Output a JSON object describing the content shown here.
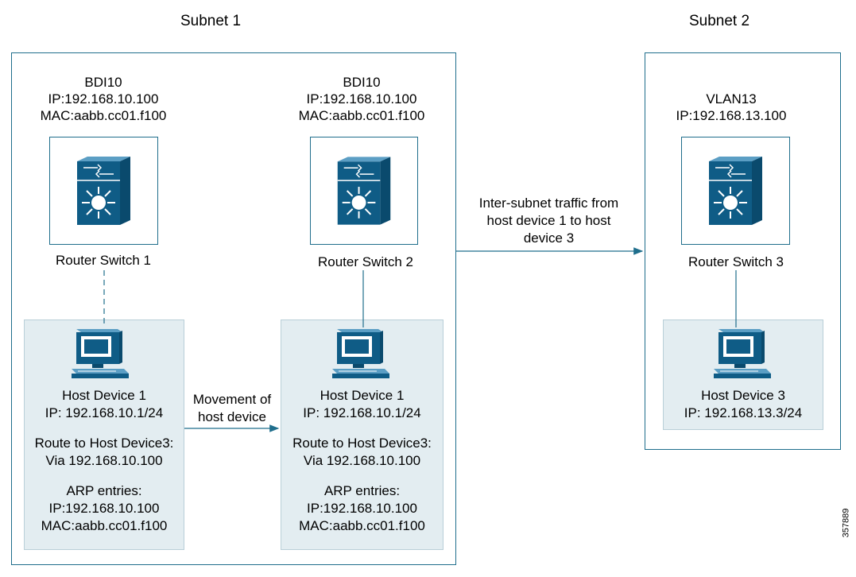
{
  "subnets": [
    {
      "title": "Subnet 1"
    },
    {
      "title": "Subnet 2"
    }
  ],
  "switches": [
    {
      "info": [
        "BDI10",
        "IP:192.168.10.100",
        "MAC:aabb.cc01.f100"
      ],
      "name": "Router Switch 1"
    },
    {
      "info": [
        "BDI10",
        "IP:192.168.10.100",
        "MAC:aabb.cc01.f100"
      ],
      "name": "Router Switch 2"
    },
    {
      "info": [
        "VLAN13",
        "IP:192.168.13.100"
      ],
      "name": "Router Switch  3"
    }
  ],
  "hosts": [
    {
      "lines": [
        "Host Device 1",
        "IP: 192.168.10.1/24",
        "",
        "Route to Host Device3:",
        "Via 192.168.10.100",
        "",
        "ARP entries:",
        "IP:192.168.10.100",
        "MAC:aabb.cc01.f100"
      ]
    },
    {
      "lines": [
        "Host Device 1",
        "IP: 192.168.10.1/24",
        "",
        "Route to Host Device3:",
        "Via 192.168.10.100",
        "",
        "ARP entries:",
        "IP:192.168.10.100",
        "MAC:aabb.cc01.f100"
      ]
    },
    {
      "lines": [
        "Host Device 3",
        "IP: 192.168.13.3/24"
      ]
    }
  ],
  "annotations": {
    "movement": [
      "Movement of",
      "host device"
    ],
    "traffic": [
      "Inter-subnet traffic from",
      "host device 1 to host",
      "device 3"
    ]
  },
  "figure_id": "357889",
  "colors": {
    "accent": "#1f6e8c",
    "switch_body": "#0f5c86",
    "host_fill": "#e3edf1"
  },
  "icons": {
    "switch": "layer3-switch-icon",
    "host": "workstation-icon"
  }
}
